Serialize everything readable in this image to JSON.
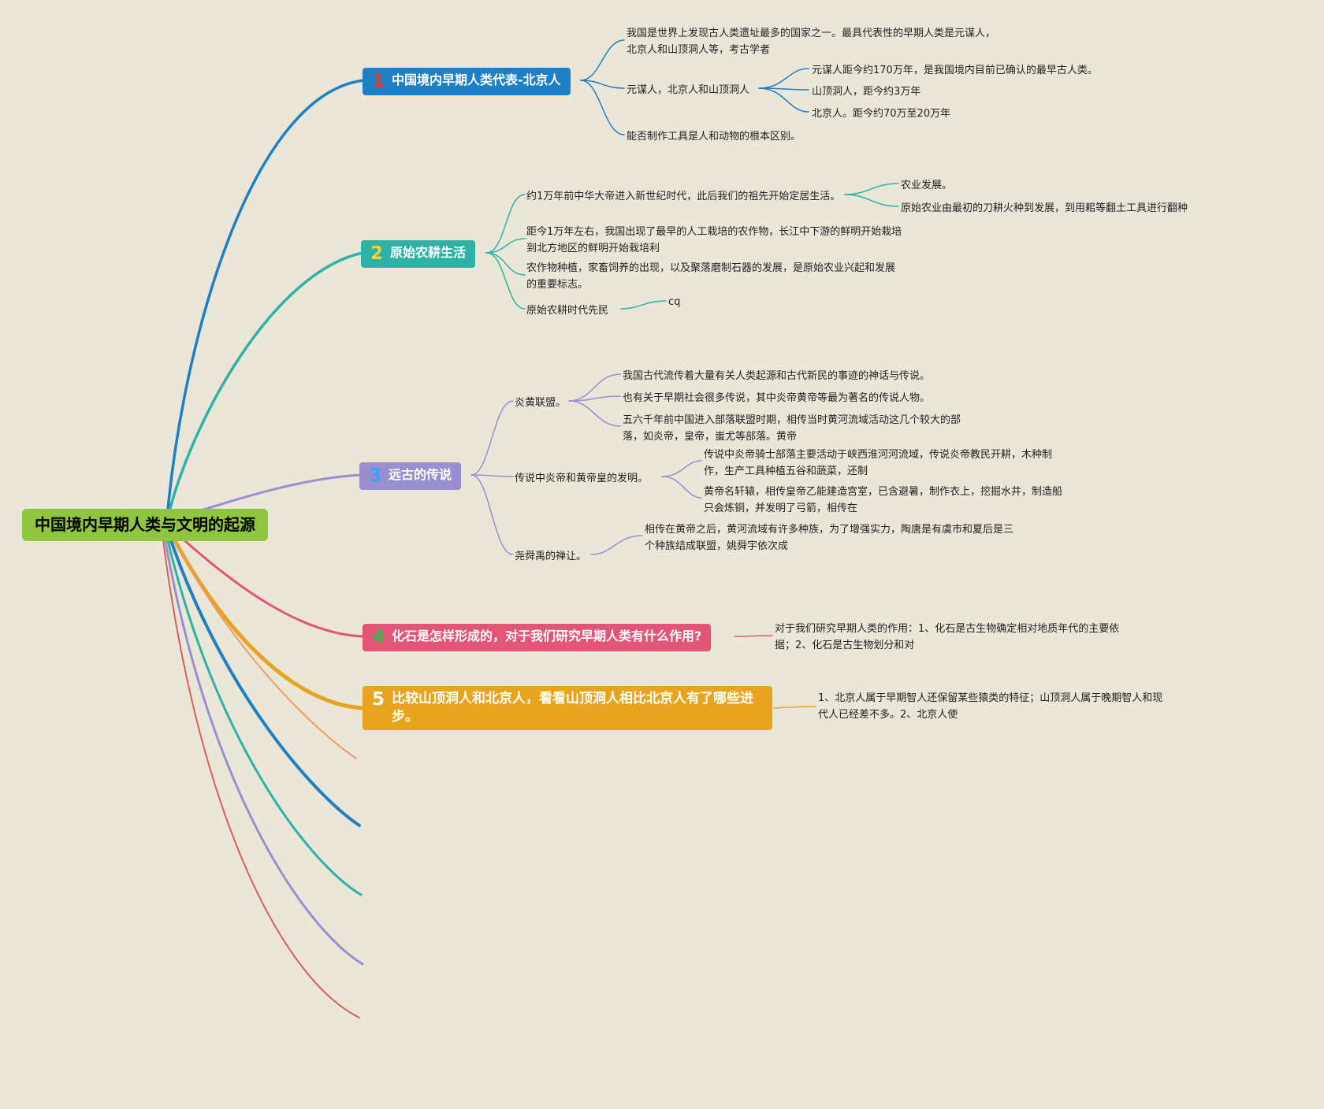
{
  "root": {
    "label": "中国境内早期人类与文明的起源"
  },
  "colors": {
    "background": "#eae6d8",
    "root": "#8fc53f",
    "branch1": "#1f7fc4",
    "branch2": "#2cb3a6",
    "branch3": "#998fd0",
    "branch4": "#e25576",
    "bran5_alt": "#f09a67",
    "branch5": "#e9a41f",
    "num1": "#e23b2e",
    "num2": "#f4d03f",
    "num3": "#35a3f1",
    "num4": "#3db54a",
    "num5": "#ffffff"
  },
  "branch1": {
    "number": "1",
    "label": "中国境内早期人类代表-北京人",
    "c1": "我国是世界上发现古人类遗址最多的国家之一。最具代表性的早期人类是元谋人，北京人和山顶洞人等，考古学者",
    "c2": "元谋人，北京人和山顶洞人",
    "c2_g1": "元谋人距今约170万年，是我国境内目前已确认的最早古人类。",
    "c2_g2": "山顶洞人，距今约3万年",
    "c2_g3": "北京人。距今约70万至20万年",
    "c3": "能否制作工具是人和动物的根本区别。"
  },
  "branch2": {
    "number": "2",
    "label": "原始农耕生活",
    "c1": "约1万年前中华大帝进入新世纪时代，此后我们的祖先开始定居生活。",
    "c1_g1": "农业发展。",
    "c1_g2": "原始农业由最初的刀耕火种到发展，到用耜等翻土工具进行翻种",
    "c2": "距今1万年左右，我国出现了最早的人工栽培的农作物，长江中下游的鲜明开始栽培到北方地区的鲜明开始栽培利",
    "c3": "农作物种植，家畜饲养的出现，以及聚落磨制石器的发展，是原始农业兴起和发展的重要标志。",
    "c4": "原始农耕时代先民",
    "c4_g1": "cq"
  },
  "branch3": {
    "number": "3",
    "label": "远古的传说",
    "c1": "炎黄联盟。",
    "c1_g1": "我国古代流传着大量有关人类起源和古代新民的事迹的神话与传说。",
    "c1_g2": "也有关于早期社会很多传说，其中炎帝黄帝等最为著名的传说人物。",
    "c1_g3": "五六千年前中国进入部落联盟时期，相传当时黄河流域活动这几个较大的部落，如炎帝，皇帝，蚩尤等部落。黄帝",
    "c2": "传说中炎帝和黄帝皇的发明。",
    "c2_g1": "传说中炎帝骑士部落主要活动于峡西淮河河流域，传说炎帝教民开耕，木种制作，生产工具种植五谷和蔬菜，还制",
    "c2_g2": "黄帝名轩辕，相传皇帝乙能建造宫室，已含避暑，制作衣上，挖掘水井，制造船只会炼铜，并发明了弓箭，相传在",
    "c3": "尧舜禹的禅让。",
    "c3_g1": "相传在黄帝之后，黄河流域有许多种族，为了增强实力，陶唐是有虞市和夏后是三个种族结成联盟，姚舜宇依次成"
  },
  "branch4": {
    "number": "4",
    "label": "化石是怎样形成的，对于我们研究早期人类有什么作用?",
    "c1": "对于我们研究早期人类的作用：1、化石是古生物确定相对地质年代的主要依据；2、化石是古生物划分和对"
  },
  "branch5": {
    "number": "5",
    "label": "比较山顶洞人和北京人，看看山顶洞人相比北京人有了哪些进步。",
    "c1": "1、北京人属于早期智人还保留某些猿类的特征；山顶洞人属于晚期智人和现代人已经差不多。2、北京人使"
  }
}
